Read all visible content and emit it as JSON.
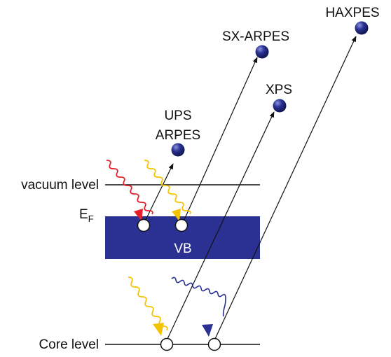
{
  "labels": {
    "vacuum_level": "vacuum level",
    "fermi_level_main": "E",
    "fermi_level_sub": "F",
    "valence_band": "VB",
    "core_level": "Core level",
    "ups": "UPS",
    "arpes": "ARPES",
    "sx_arpes": "SX-ARPES",
    "xps": "XPS",
    "haxpes": "HAXPES"
  },
  "colors": {
    "valence_band": "#2a3192",
    "electron": "#2a3192",
    "photon_uv": "#e8202a",
    "photon_soft": "#f5c400",
    "photon_hard": "#2a3192",
    "lines": "#111111"
  }
}
